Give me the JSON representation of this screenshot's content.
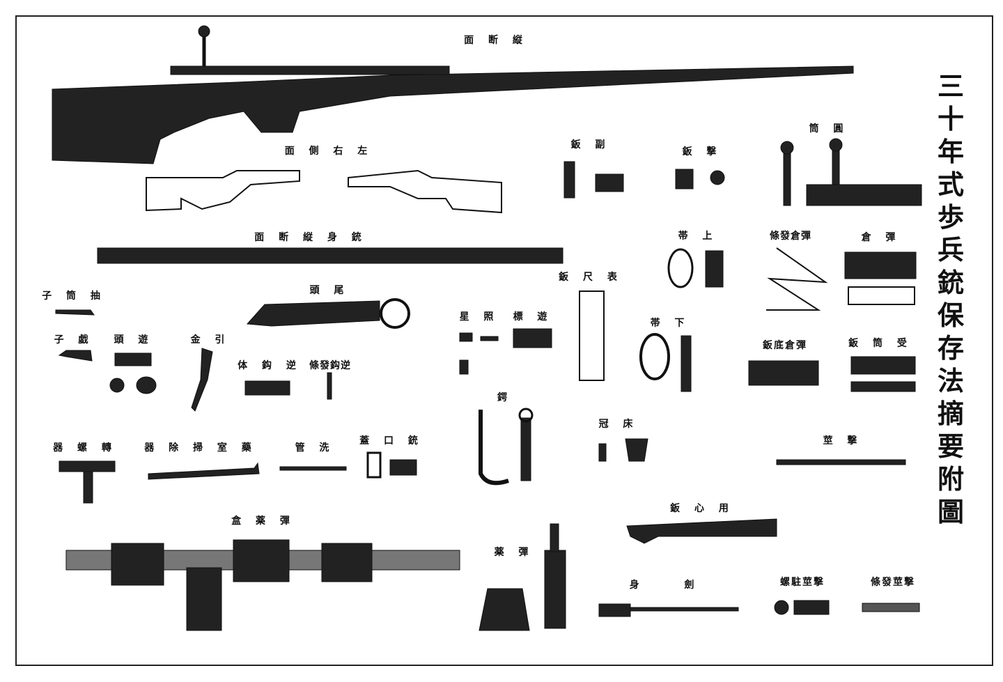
{
  "title": "三十年式歩兵銃保存法摘要附圖",
  "labels": {
    "longitudinal_section": "面 断 縦",
    "left_right_side": "面 側 右 左",
    "sub_plate": "鈑 副",
    "striker_plate": "鈑 撃",
    "cylinder": "筒 圓",
    "barrel_section": "面 断 縦 身 銃",
    "upper_band": "帯 上",
    "magazine_spring": "條發倉彈",
    "magazine": "倉 彈",
    "rear_sight_plate": "鈑 尺 表",
    "extractor": "子 筒 抽",
    "bolt_head": "頭 尾",
    "front_sight": "星 照",
    "slide": "標 遊",
    "lower_band": "帯 下",
    "ejector": "子 戯",
    "bolt_cap": "頭 遊",
    "trigger": "金 引",
    "sear": "体 鈎 逆",
    "sear_spring": "條發鈎逆",
    "magazine_floor_plate": "鈑底倉彈",
    "receiver_plate": "鈑 筒 受",
    "guard": "鍔",
    "butt_plate": "冠 床",
    "firing_pin": "莖 撃",
    "screwdriver": "器 螺 轉",
    "chamber_cleaner": "器 除 掃 室 藥",
    "cleaning_rod": "管 洗",
    "muzzle_cover": "蓋 口 銃",
    "trigger_guard": "鈑 心 用",
    "cartridge_box": "盒 薬 彈",
    "cartridges": "薬 彈",
    "bayonet_blade": "身 劍",
    "firing_pin_screw": "螺駐莖撃",
    "firing_pin_spring": "條發莖撃"
  }
}
